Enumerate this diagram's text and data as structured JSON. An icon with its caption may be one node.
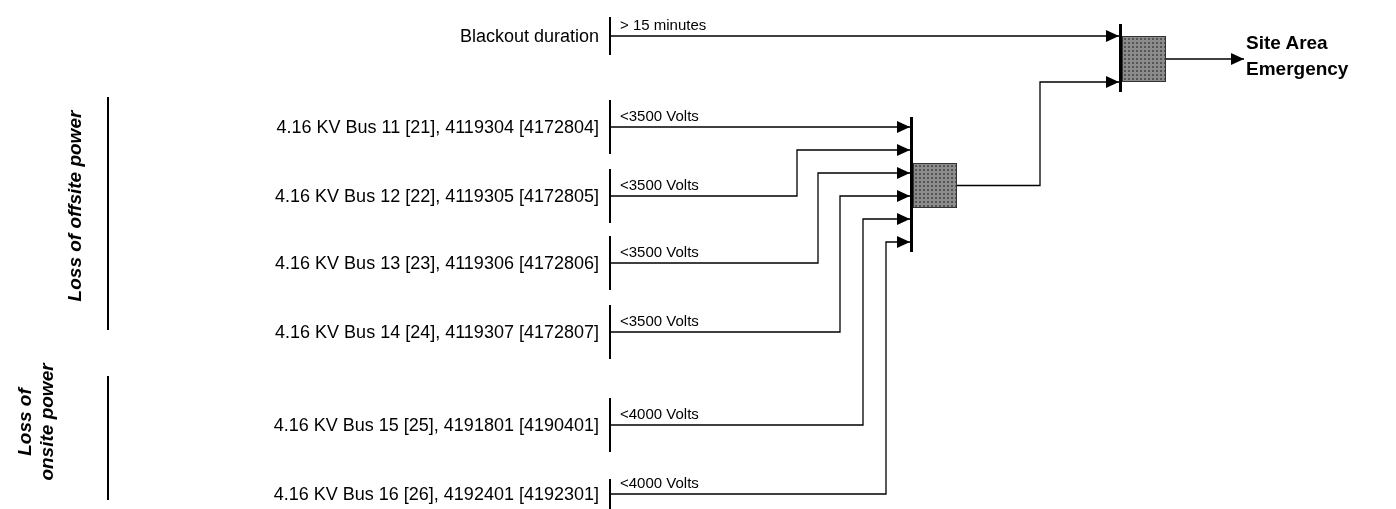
{
  "diagram": {
    "nodes": [
      {
        "text": [
          "Blackout duration"
        ]
      },
      {
        "text": [
          "4.16 KV Bus 11 [21], 4119304 [4172804]"
        ]
      },
      {
        "text": [
          "4.16 KV Bus 12 [22], 4119305 [4172805]"
        ]
      },
      {
        "text": [
          "4.16 KV Bus 13 [23], 4119306 [4172806]"
        ]
      },
      {
        "text": [
          "4.16 KV Bus 14 [24], 4119307 [4172807]"
        ]
      },
      {
        "text": [
          "4.16 KV Bus 15 [25], 4191801 [4190401]"
        ]
      },
      {
        "text": [
          "4.16 KV Bus 16 [26], 4192401 [4192301]"
        ]
      },
      {
        "text": [],
        "shape": "box"
      },
      {
        "text": [],
        "shape": "box"
      },
      {
        "text": [
          "Site Area Emergency"
        ]
      }
    ],
    "edges": [
      {
        "from": 0,
        "to": 8,
        "arrow": "to",
        "label": "> 15 minutes"
      },
      {
        "from": 1,
        "to": 7,
        "arrow": "to",
        "label": "<3500 Volts"
      },
      {
        "from": 2,
        "to": 7,
        "arrow": "to",
        "label": "<3500 Volts"
      },
      {
        "from": 3,
        "to": 7,
        "arrow": "to",
        "label": "<3500 Volts"
      },
      {
        "from": 4,
        "to": 7,
        "arrow": "to",
        "label": "<3500 Volts"
      },
      {
        "from": 5,
        "to": 7,
        "arrow": "to",
        "label": "<4000 Volts"
      },
      {
        "from": 6,
        "to": 7,
        "arrow": "to",
        "label": "<4000 Volts"
      },
      {
        "from": 7,
        "to": 8,
        "arrow": "to"
      },
      {
        "from": 8,
        "to": 9,
        "arrow": "to"
      }
    ],
    "labels": [
      "Loss of offsite power",
      "Loss of onsite power"
    ]
  }
}
